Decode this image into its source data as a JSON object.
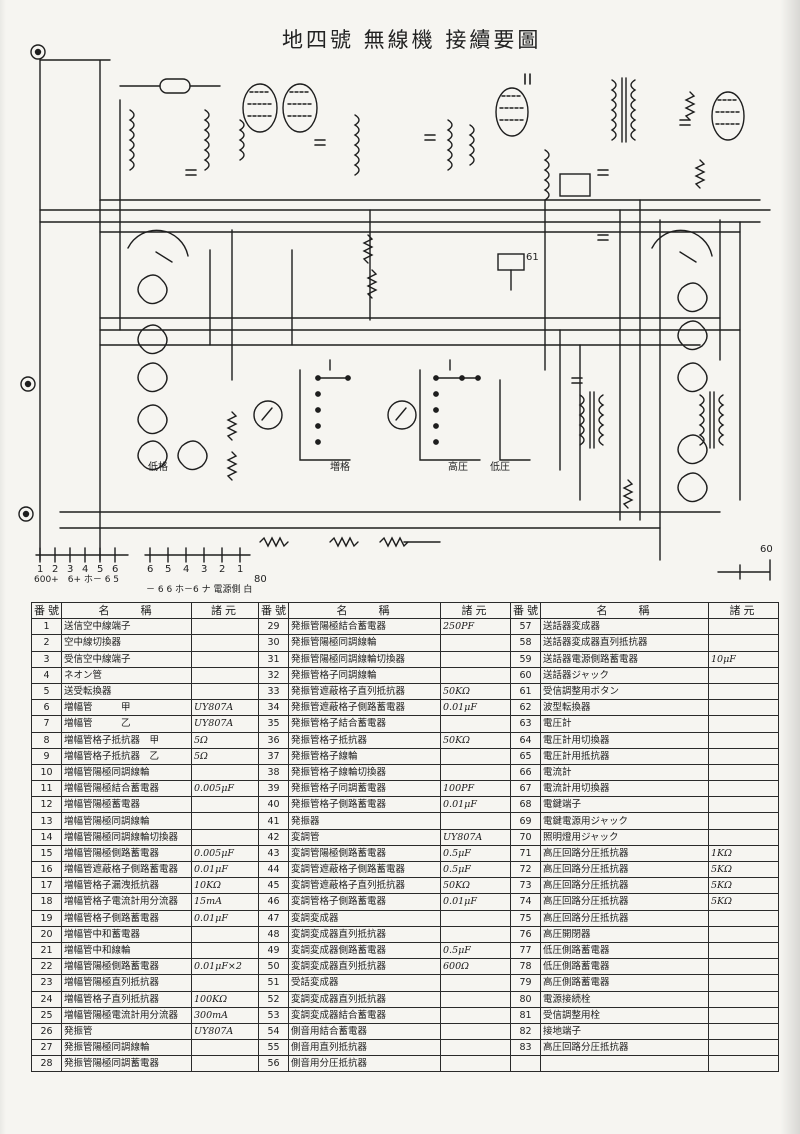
{
  "sheet": {
    "title": "地四號 無線機 接續要圖"
  },
  "table": {
    "header": {
      "no": "番號",
      "name": "名　　稱",
      "value": "諸元"
    },
    "col1": [
      {
        "no": "1",
        "name": "送信空中線端子",
        "value": ""
      },
      {
        "no": "2",
        "name": "空中線切換器",
        "value": ""
      },
      {
        "no": "3",
        "name": "受信空中線端子",
        "value": ""
      },
      {
        "no": "4",
        "name": "ネオン管",
        "value": ""
      },
      {
        "no": "5",
        "name": "送受転換器",
        "value": ""
      },
      {
        "no": "6",
        "name": "増幅管　　　甲",
        "value": "UY807A"
      },
      {
        "no": "7",
        "name": "増幅管　　　乙",
        "value": "UY807A"
      },
      {
        "no": "8",
        "name": "増幅管格子抵抗器　甲",
        "value": "5Ω"
      },
      {
        "no": "9",
        "name": "増幅管格子抵抗器　乙",
        "value": "5Ω"
      },
      {
        "no": "10",
        "name": "増幅管陽極同調線輪",
        "value": ""
      },
      {
        "no": "11",
        "name": "増幅管陽極結合蓄電器",
        "value": "0.005μF"
      },
      {
        "no": "12",
        "name": "増幅管陽極蓄電器",
        "value": ""
      },
      {
        "no": "13",
        "name": "増幅管陽極同調線輪",
        "value": ""
      },
      {
        "no": "14",
        "name": "増幅管陽極同調線輪切換器",
        "value": ""
      },
      {
        "no": "15",
        "name": "増幅管陽極側路蓄電器",
        "value": "0.005μF"
      },
      {
        "no": "16",
        "name": "増幅管遮蔽格子側路蓄電器",
        "value": "0.01μF"
      },
      {
        "no": "17",
        "name": "増幅管格子漏洩抵抗器",
        "value": "10KΩ"
      },
      {
        "no": "18",
        "name": "増幅管格子電流計用分流器",
        "value": "15mA"
      },
      {
        "no": "19",
        "name": "増幅管格子側路蓄電器",
        "value": "0.01μF"
      },
      {
        "no": "20",
        "name": "増幅管中和蓄電器",
        "value": ""
      },
      {
        "no": "21",
        "name": "増幅管中和線輪",
        "value": ""
      },
      {
        "no": "22",
        "name": "増幅管陽極側路蓄電器",
        "value": "0.01μF×2"
      },
      {
        "no": "23",
        "name": "増幅管陽極直列抵抗器",
        "value": ""
      },
      {
        "no": "24",
        "name": "増幅管格子直列抵抗器",
        "value": "100KΩ"
      },
      {
        "no": "25",
        "name": "増幅管陽極電流計用分流器",
        "value": "300mA"
      },
      {
        "no": "26",
        "name": "発振管",
        "value": "UY807A"
      },
      {
        "no": "27",
        "name": "発振管陽極同調線輪",
        "value": ""
      },
      {
        "no": "28",
        "name": "発振管陽極同調蓄電器",
        "value": ""
      }
    ],
    "col2": [
      {
        "no": "29",
        "name": "発振管陽極結合蓄電器",
        "value": "250PF"
      },
      {
        "no": "30",
        "name": "発振管陽極同調線輪",
        "value": ""
      },
      {
        "no": "31",
        "name": "発振管陽極同調線輪切換器",
        "value": ""
      },
      {
        "no": "32",
        "name": "発振管格子同調線輪",
        "value": ""
      },
      {
        "no": "33",
        "name": "発振管遮蔽格子直列抵抗器",
        "value": "50KΩ"
      },
      {
        "no": "34",
        "name": "発振管遮蔽格子側路蓄電器",
        "value": "0.01μF"
      },
      {
        "no": "35",
        "name": "発振管格子結合蓄電器",
        "value": ""
      },
      {
        "no": "36",
        "name": "発振管格子抵抗器",
        "value": "50KΩ"
      },
      {
        "no": "37",
        "name": "発振管格子線輪",
        "value": ""
      },
      {
        "no": "38",
        "name": "発振管格子線輪切換器",
        "value": ""
      },
      {
        "no": "39",
        "name": "発振管格子同調蓄電器",
        "value": "100PF"
      },
      {
        "no": "40",
        "name": "発振管格子側路蓄電器",
        "value": "0.01μF"
      },
      {
        "no": "41",
        "name": "発振器",
        "value": ""
      },
      {
        "no": "42",
        "name": "変調管",
        "value": "UY807A"
      },
      {
        "no": "43",
        "name": "変調管陽極側路蓄電器",
        "value": "0.5μF"
      },
      {
        "no": "44",
        "name": "変調管遮蔽格子側路蓄電器",
        "value": "0.5μF"
      },
      {
        "no": "45",
        "name": "変調管遮蔽格子直列抵抗器",
        "value": "50KΩ"
      },
      {
        "no": "46",
        "name": "変調管格子側路蓄電器",
        "value": "0.01μF"
      },
      {
        "no": "47",
        "name": "変調変成器",
        "value": ""
      },
      {
        "no": "48",
        "name": "変調変成器直列抵抗器",
        "value": ""
      },
      {
        "no": "49",
        "name": "変調変成器側路蓄電器",
        "value": "0.5μF"
      },
      {
        "no": "50",
        "name": "変調変成器直列抵抗器",
        "value": "600Ω"
      },
      {
        "no": "51",
        "name": "受話変成器",
        "value": ""
      },
      {
        "no": "52",
        "name": "変調変成器直列抵抗器",
        "value": ""
      },
      {
        "no": "53",
        "name": "変調変成器結合蓄電器",
        "value": ""
      },
      {
        "no": "54",
        "name": "側音用結合蓄電器",
        "value": ""
      },
      {
        "no": "55",
        "name": "側音用直列抵抗器",
        "value": ""
      },
      {
        "no": "56",
        "name": "側音用分圧抵抗器",
        "value": ""
      }
    ],
    "col3": [
      {
        "no": "57",
        "name": "送話器変成器",
        "value": ""
      },
      {
        "no": "58",
        "name": "送話器変成器直列抵抗器",
        "value": ""
      },
      {
        "no": "59",
        "name": "送話器電源側路蓄電器",
        "value": "10μF"
      },
      {
        "no": "60",
        "name": "送話器ジャック",
        "value": ""
      },
      {
        "no": "61",
        "name": "受信調整用ボタン",
        "value": ""
      },
      {
        "no": "62",
        "name": "波型転換器",
        "value": ""
      },
      {
        "no": "63",
        "name": "電圧計",
        "value": ""
      },
      {
        "no": "64",
        "name": "電圧計用切換器",
        "value": ""
      },
      {
        "no": "65",
        "name": "電圧計用抵抗器",
        "value": ""
      },
      {
        "no": "66",
        "name": "電流計",
        "value": ""
      },
      {
        "no": "67",
        "name": "電流計用切換器",
        "value": ""
      },
      {
        "no": "68",
        "name": "電鍵端子",
        "value": ""
      },
      {
        "no": "69",
        "name": "電鍵電源用ジャック",
        "value": ""
      },
      {
        "no": "70",
        "name": "照明燈用ジャック",
        "value": ""
      },
      {
        "no": "71",
        "name": "高圧回路分圧抵抗器",
        "value": "1KΩ"
      },
      {
        "no": "72",
        "name": "高圧回路分圧抵抗器",
        "value": "5KΩ"
      },
      {
        "no": "73",
        "name": "高圧回路分圧抵抗器",
        "value": "5KΩ"
      },
      {
        "no": "74",
        "name": "高圧回路分圧抵抗器",
        "value": "5KΩ"
      },
      {
        "no": "75",
        "name": "高圧回路分圧抵抗器",
        "value": ""
      },
      {
        "no": "76",
        "name": "高圧開閉器",
        "value": ""
      },
      {
        "no": "77",
        "name": "低圧側路蓄電器",
        "value": ""
      },
      {
        "no": "78",
        "name": "低圧側路蓄電器",
        "value": ""
      },
      {
        "no": "79",
        "name": "高圧側路蓄電器",
        "value": ""
      },
      {
        "no": "80",
        "name": "電源接続栓",
        "value": ""
      },
      {
        "no": "81",
        "name": "受信調整用栓",
        "value": ""
      },
      {
        "no": "82",
        "name": "接地端子",
        "value": ""
      },
      {
        "no": "83",
        "name": "高圧回路分圧抵抗器",
        "value": ""
      },
      {
        "no": "",
        "name": "",
        "value": ""
      }
    ]
  },
  "terminals": {
    "bottom_left": [
      "1",
      "2",
      "3",
      "4",
      "5",
      "6"
    ],
    "bottom_right": [
      "6",
      "5",
      "4",
      "3",
      "2",
      "1"
    ],
    "bottom_left_caption": "600+　6+ ホ－ 6 5",
    "bottom_right_caption": "－ 6 6 ホ－6 ナ 電源側 白",
    "meter_left_labels": [
      "低格",
      "増格"
    ],
    "meter_right_labels": [
      "高圧",
      "低圧"
    ],
    "jack_80": "80",
    "jack_60": "60",
    "plug_61": "61"
  },
  "colors": {
    "ink": "#1e1e1e",
    "paper": "#f6f5f1"
  }
}
